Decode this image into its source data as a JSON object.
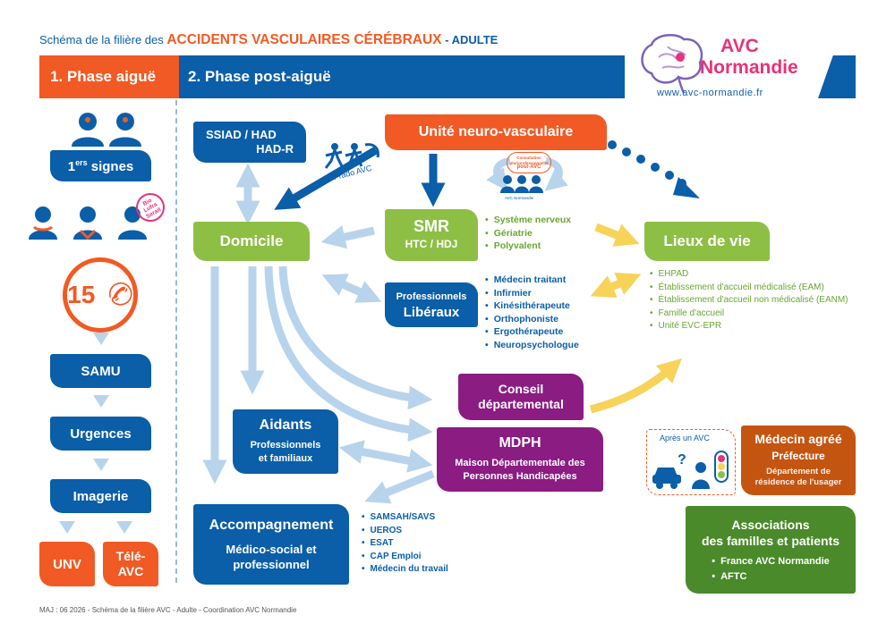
{
  "header": {
    "title_prefix": "Schéma de la filière des ",
    "title_main": "ACCIDENTS VASCULAIRES CÉRÉBRAUX",
    "title_suffix": " - ADULTE"
  },
  "logo": {
    "name_line1": "AVC",
    "name_line2": "Normandie",
    "url": "www.avc-normandie.fr"
  },
  "phases": {
    "phase1": "1. Phase aiguë",
    "phase2": "2. Phase post-aiguë"
  },
  "acute": {
    "signs_main": "1",
    "signs_sup": "ers",
    "signs_rest": " signes",
    "stamp": "Bio Lufra Serait",
    "emergency_number": "15",
    "samu": "SAMU",
    "urgences": "Urgences",
    "imagerie": "Imagerie",
    "unv": "UNV",
    "tele_avc": "Télé-\nAVC"
  },
  "post": {
    "ssiad_line1": "SSIAD /  HAD",
    "ssiad_line2": "HAD-R",
    "prado": "Prado AVC",
    "unv_box": "Unité neuro-vasculaire",
    "consult_line1": "Consultation",
    "consult_line2": "pluriprofessionnelle",
    "consult_line3": "post-AVC",
    "consult_footer": "AVC Normandie",
    "domicile": "Domicile",
    "smr_title": "SMR",
    "smr_sub": "HTC / HDJ",
    "lieux": "Lieux de vie",
    "pro_line1": "Professionnels",
    "pro_line2": "Libéraux",
    "aidants_title": "Aidants",
    "aidants_sub": "Professionnels\net familiaux",
    "conseil": "Conseil\ndépartemental",
    "mdph_title": "MDPH",
    "mdph_sub": "Maison Départementale des\nPersonnes Handicapées",
    "accomp_title": "Accompagnement",
    "accomp_sub": "Médico-social et\nprofessionnel",
    "apres_avc": "Après un AVC",
    "medecin_title": "Médecin agréé",
    "medecin_sub": "Préfecture",
    "medecin_detail": "Département de\nrésidence de l'usager",
    "assoc_title": "Associations\ndes familles et patients"
  },
  "lists": {
    "smr": [
      "Système nerveux",
      "Gériatrie",
      "Polyvalent"
    ],
    "liberaux": [
      "Médecin traitant",
      "Infirmier",
      "Kinésithérapeute",
      "Orthophoniste",
      "Ergothérapeute",
      "Neuropsychologue"
    ],
    "lieux": [
      "EHPAD",
      "Établissement d'accueil médicalisé (EAM)",
      "Établissement d'accueil non médicalisé (EANM)",
      "Famille d'accueil",
      "Unité EVC-EPR"
    ],
    "accomp": [
      "SAMSAH/SAVS",
      "UEROS",
      "ESAT",
      "CAP Emploi",
      "Médecin du travail"
    ],
    "assoc": [
      "France AVC Normandie",
      "AFTC"
    ]
  },
  "footer": "MAJ : 06 2026 - Schéma de la filière AVC - Adulte - Coordination AVC Normandie",
  "colors": {
    "blue": "#0b5ea8",
    "orange": "#f15a24",
    "green": "#8dbf45",
    "purple": "#8a1c82",
    "light_arrow": "#b8d4ec",
    "yellow_arrow": "#f7d35a"
  }
}
